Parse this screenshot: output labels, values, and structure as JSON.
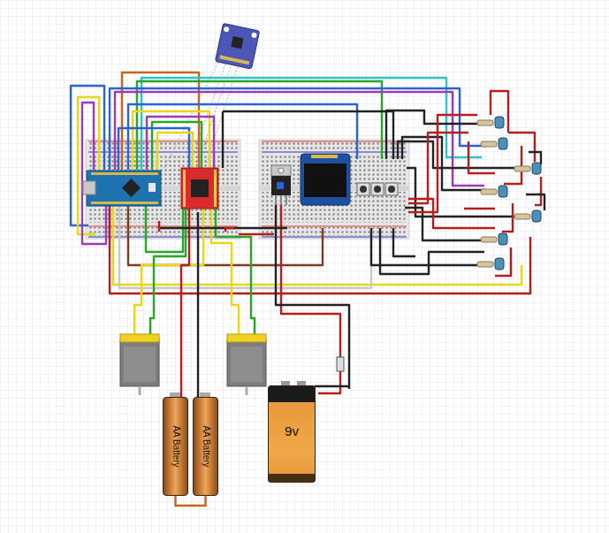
{
  "diagram": {
    "nodes": [
      {
        "text": [
          "AA Battery"
        ]
      },
      {
        "text": [
          "AA Battery"
        ]
      },
      {
        "text": [
          "9v"
        ]
      }
    ],
    "edges": [
      {
        "from": 0,
        "to": 1,
        "arrow": "none"
      }
    ]
  }
}
